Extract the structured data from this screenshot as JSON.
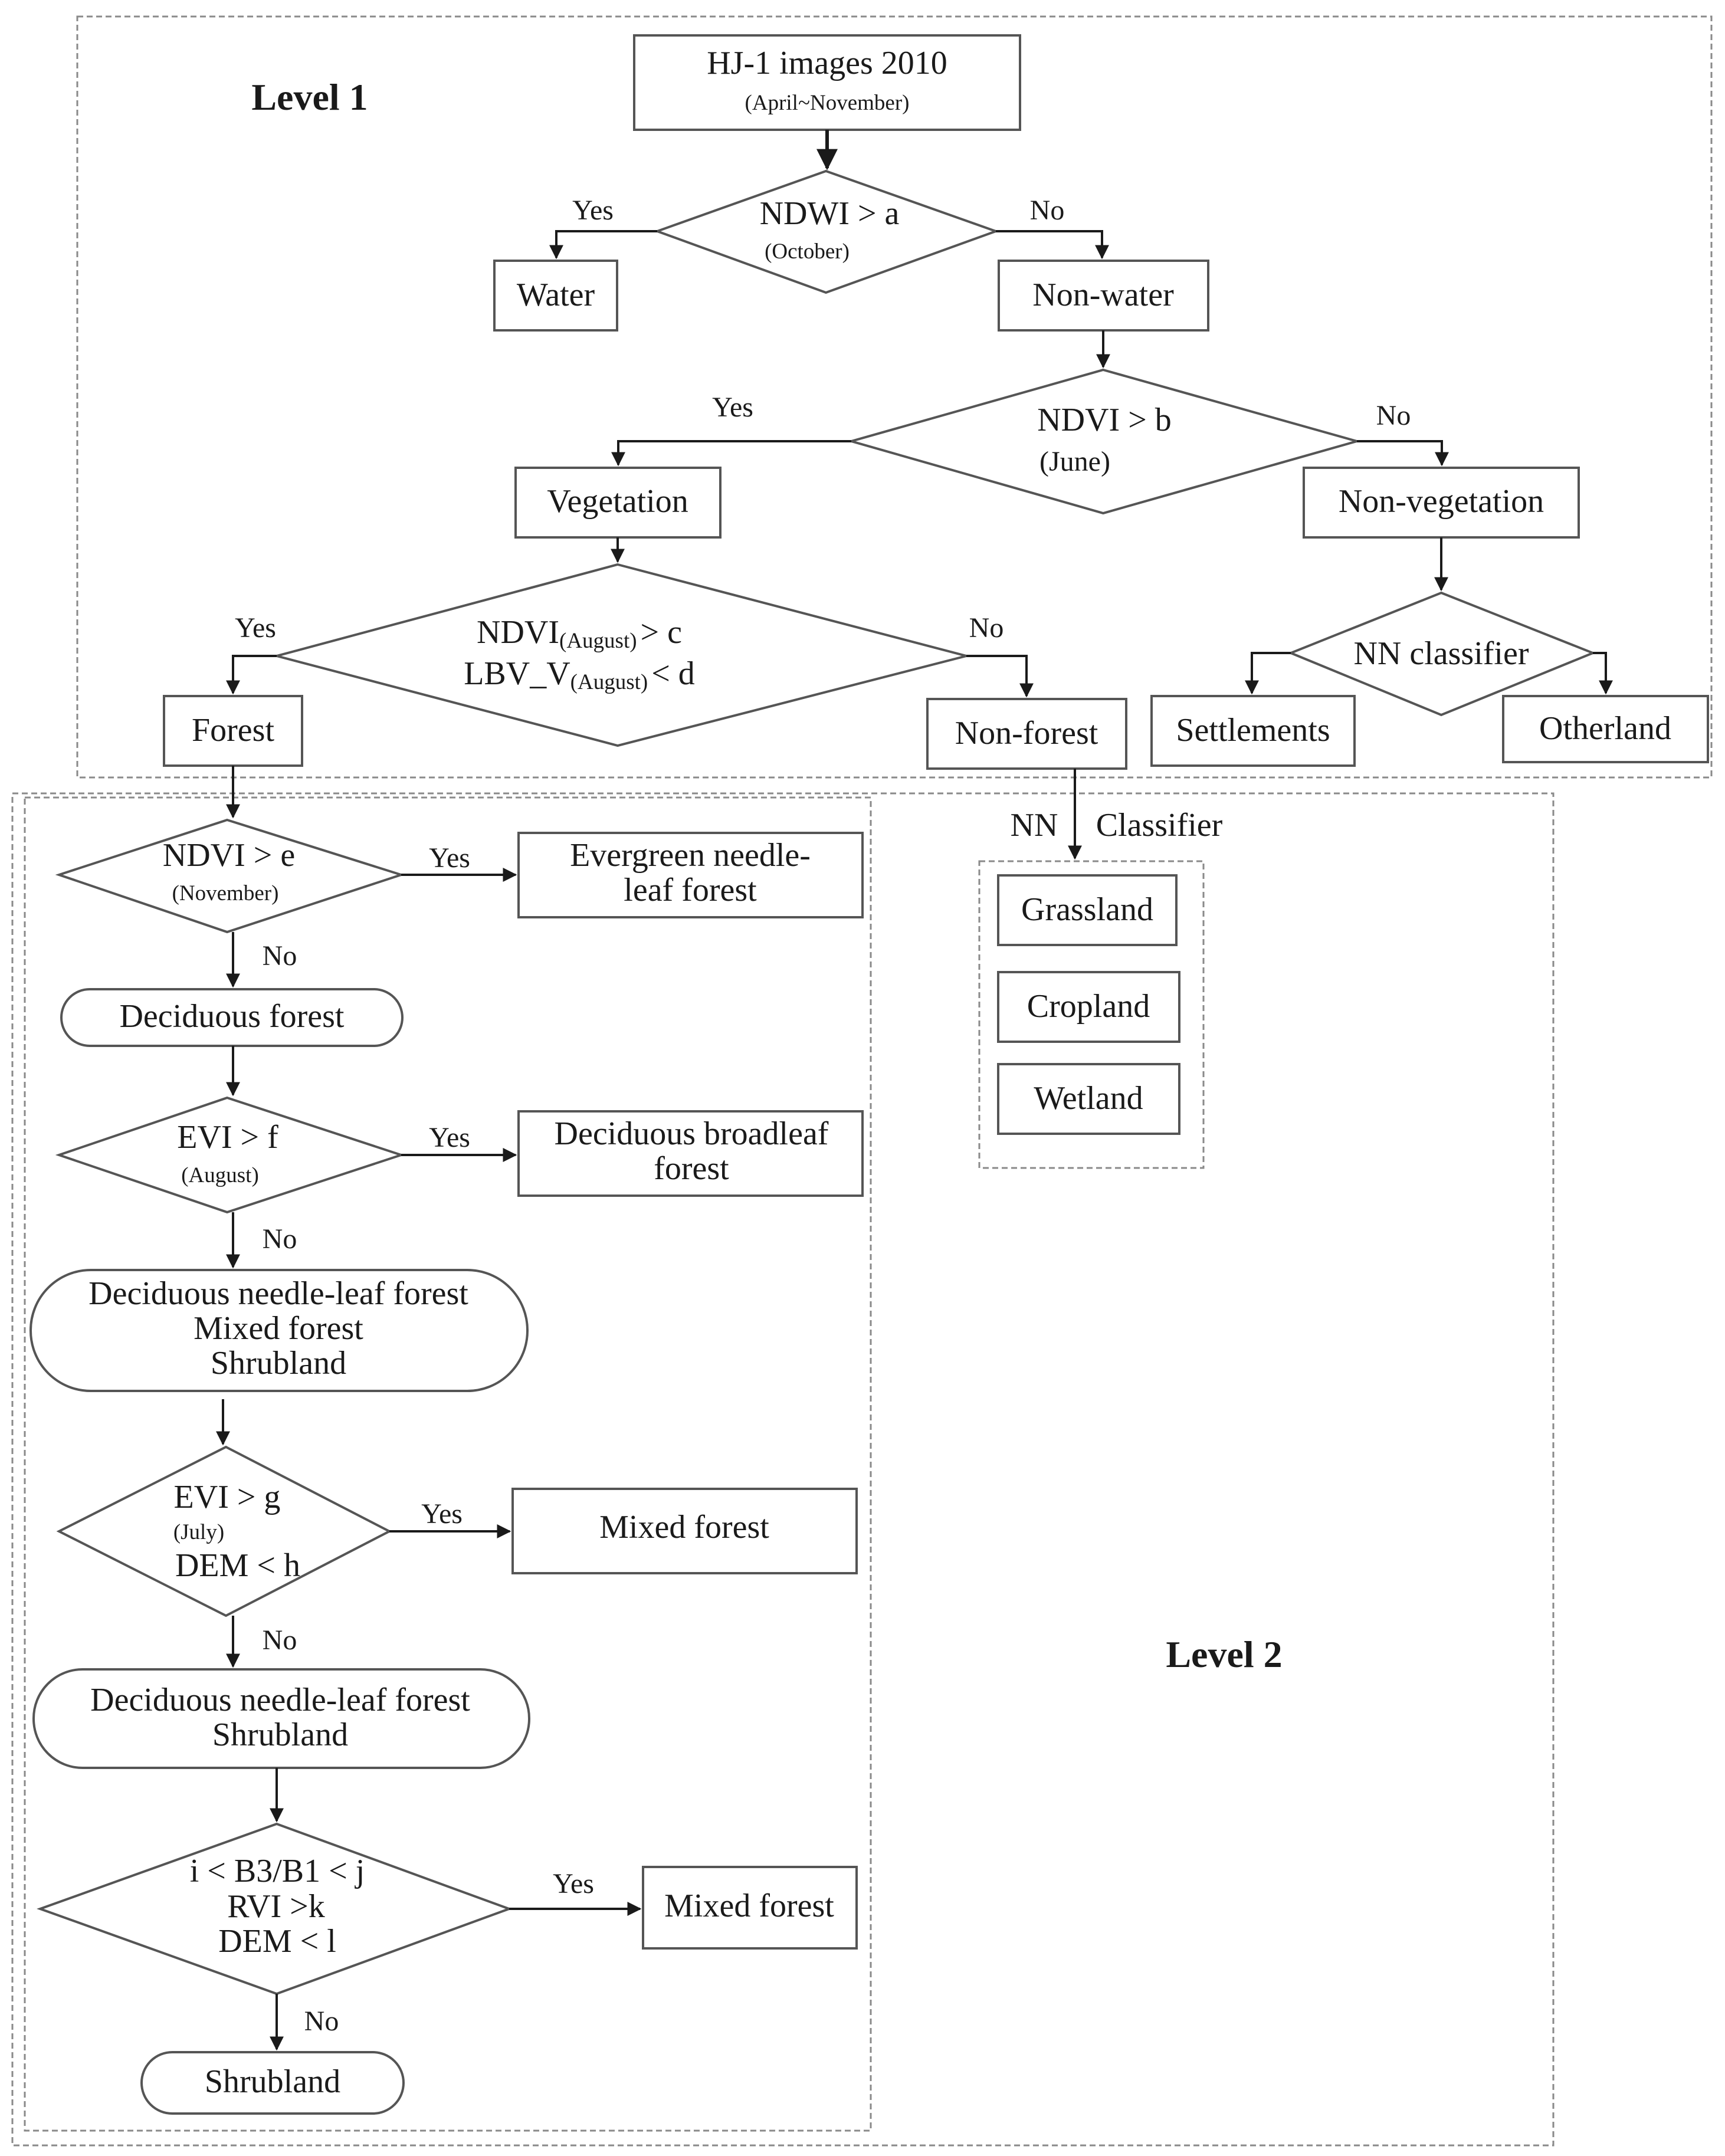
{
  "levels": {
    "level1": "Level 1",
    "level2": "Level 2"
  },
  "nodes": {
    "hj1_title": "HJ-1 images 2010",
    "hj1_sub": "(April~November)",
    "ndwi": "NDWI > a",
    "ndwi_sub": "(October)",
    "water": "Water",
    "non_water": "Non-water",
    "ndvi_june": "NDVI  > b",
    "ndvi_june_sub": "(June)",
    "vegetation": "Vegetation",
    "non_vegetation": "Non-vegetation",
    "ndvi_aug_pre": "NDVI",
    "ndvi_aug_sub": "(August)",
    "ndvi_aug_post": "> c",
    "lbv_pre": "LBV_V",
    "lbv_sub": "(August)",
    "lbv_post": "< d",
    "nn_classifier": "NN classifier",
    "forest": "Forest",
    "non_forest": "Non-forest",
    "settlements": "Settlements",
    "otherland": "Otherland",
    "ndvi_nov": "NDVI > e",
    "ndvi_nov_sub": "(November)",
    "evergreen_l1": "Evergreen needle-",
    "evergreen_l2": "leaf forest",
    "deciduous_forest": "Deciduous forest",
    "evi_aug": "EVI > f",
    "evi_aug_sub": "(August)",
    "broadleaf_l1": "Deciduous broadleaf",
    "broadleaf_l2": "forest",
    "group1_l1": "Deciduous needle-leaf forest",
    "group1_l2": "Mixed forest",
    "group1_l3": "Shrubland",
    "evi_july": "EVI > g",
    "evi_july_sub": "(July)",
    "dem_h": "DEM < h",
    "mixed_forest_1": "Mixed forest",
    "group2_l1": "Deciduous needle-leaf forest",
    "group2_l2": "Shrubland",
    "b3b1": "i < B3/B1 < j",
    "rvi": "RVI >k",
    "dem_l": "DEM < l",
    "mixed_forest_2": "Mixed forest",
    "shrubland": "Shrubland",
    "nn_label_1": "NN",
    "nn_label_2": "Classifier",
    "grassland": "Grassland",
    "cropland": "Cropland",
    "wetland": "Wetland"
  },
  "edge_labels": {
    "yes": "Yes",
    "no": "No"
  }
}
